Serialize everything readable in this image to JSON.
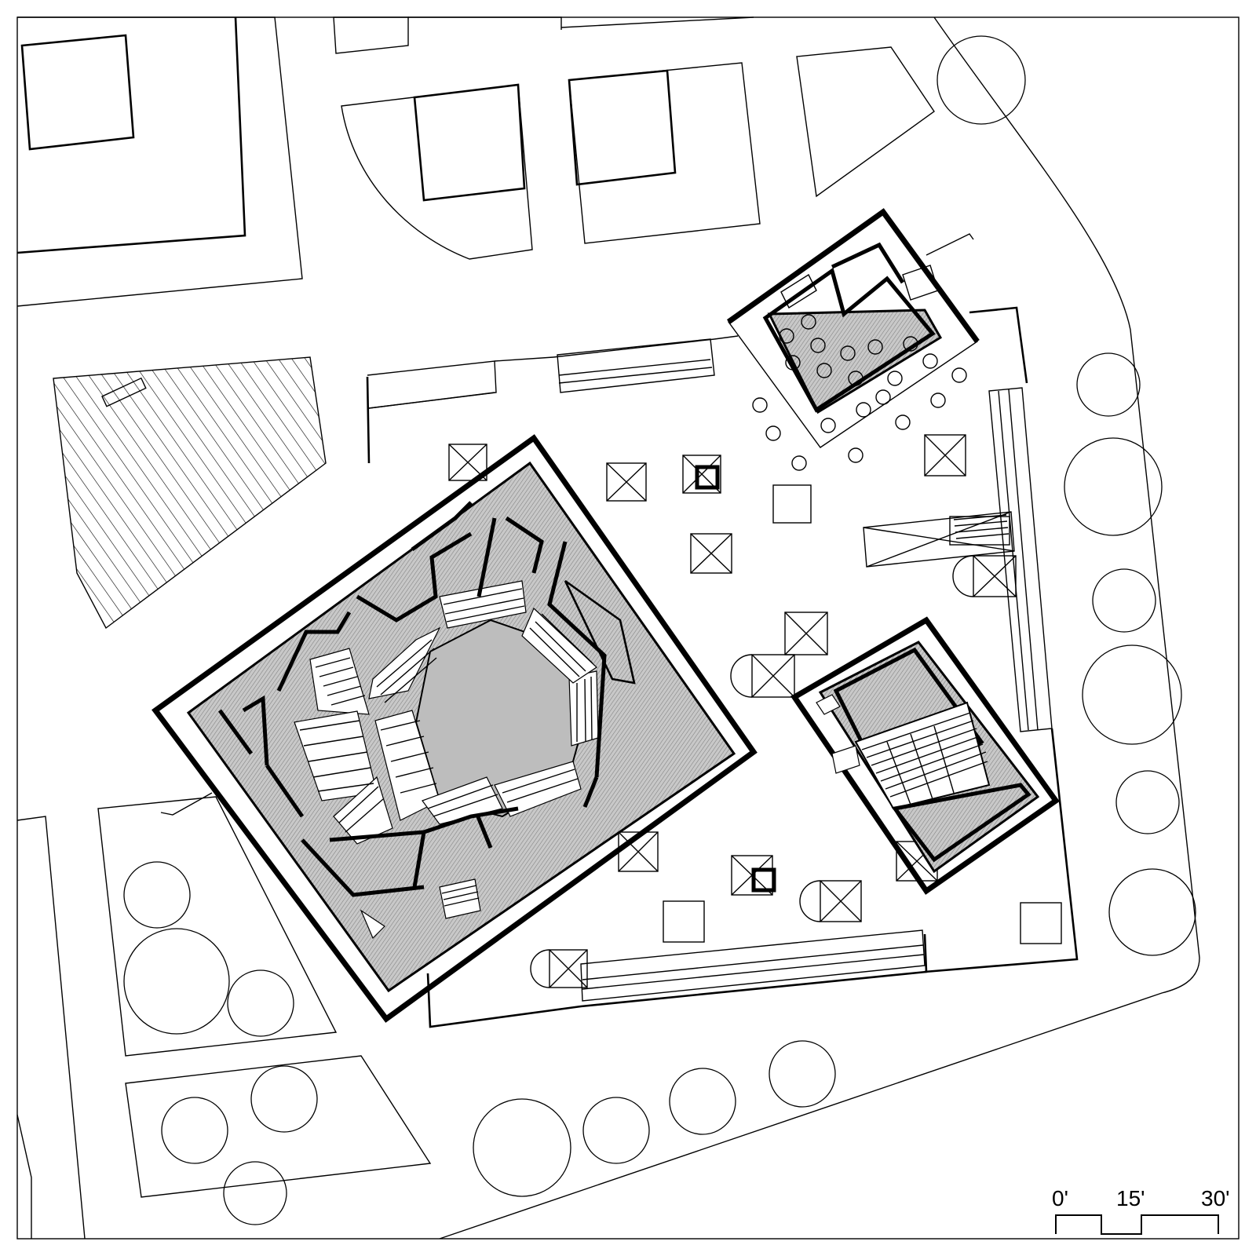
{
  "scale_bar": {
    "labels": [
      "0'",
      "15'",
      "30'"
    ]
  }
}
